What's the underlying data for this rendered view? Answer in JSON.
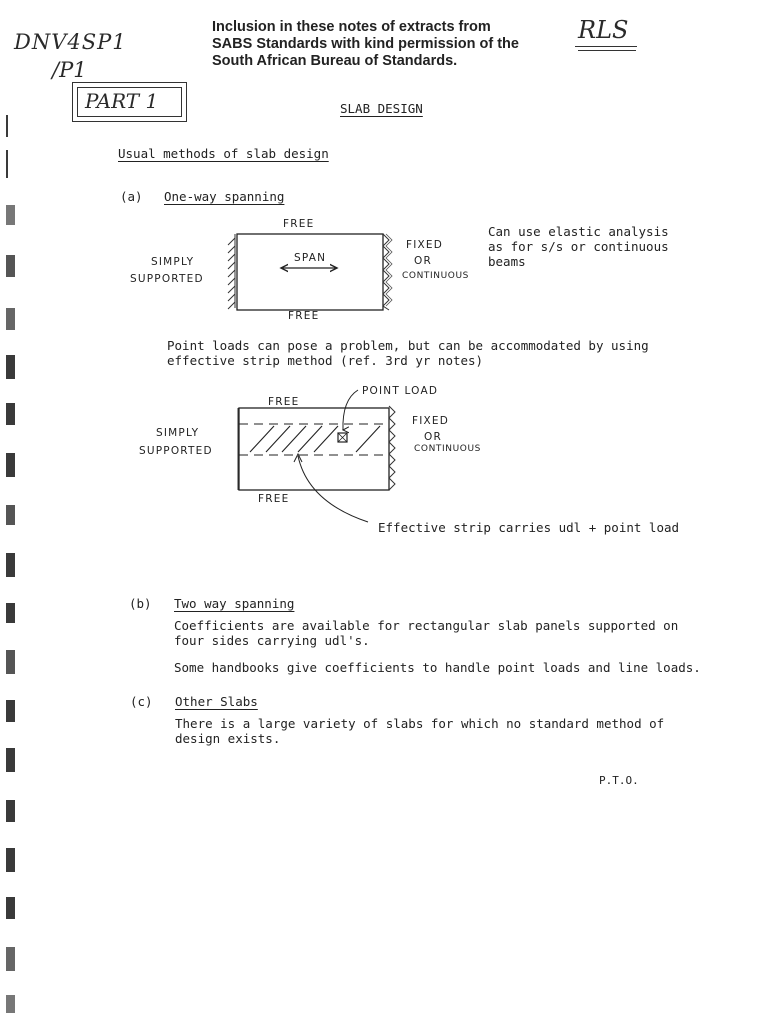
{
  "header": {
    "permission_notice": "Inclusion in these notes of extracts from SABS Standards with kind permission of the South African Bureau of Standards.",
    "course_code": "DNV4SP1",
    "course_sub": "/P1",
    "part_label": "PART 1",
    "initials": "RLS"
  },
  "title": "SLAB DESIGN",
  "section_heading": "Usual methods of slab design",
  "one_way": {
    "marker": "(a)",
    "heading": "One-way spanning",
    "fig1": {
      "top": "FREE",
      "bottom": "FREE",
      "left": [
        "SIMPLY",
        "SUPPORTED"
      ],
      "right": [
        "FIXED",
        "OR",
        "CONTINUOUS"
      ],
      "span": "SPAN"
    },
    "side_note": [
      "Can use elastic analysis",
      "as for s/s or continuous",
      "beams"
    ],
    "point_load_text": [
      "Point loads can pose a problem, but can be accommodated by using",
      "effective strip method (ref. 3rd yr notes)"
    ],
    "fig2": {
      "top": "FREE",
      "bottom": "FREE",
      "point_load": "POINT LOAD",
      "left": [
        "SIMPLY",
        "SUPPORTED"
      ],
      "right": [
        "FIXED",
        "OR",
        "CONTINUOUS"
      ],
      "strip_caption": "Effective strip carries udl + point load"
    }
  },
  "two_way": {
    "marker": "(b)",
    "heading": "Two way spanning",
    "para1": [
      "Coefficients are available for rectangular slab panels supported on",
      "four sides carrying udl's."
    ],
    "para2": "Some handbooks give coefficients to handle point loads and line loads."
  },
  "other": {
    "marker": "(c)",
    "heading": "Other Slabs",
    "para": [
      "There is a large variety of slabs for which no standard method of",
      "design exists."
    ]
  },
  "footer": "P.T.O."
}
